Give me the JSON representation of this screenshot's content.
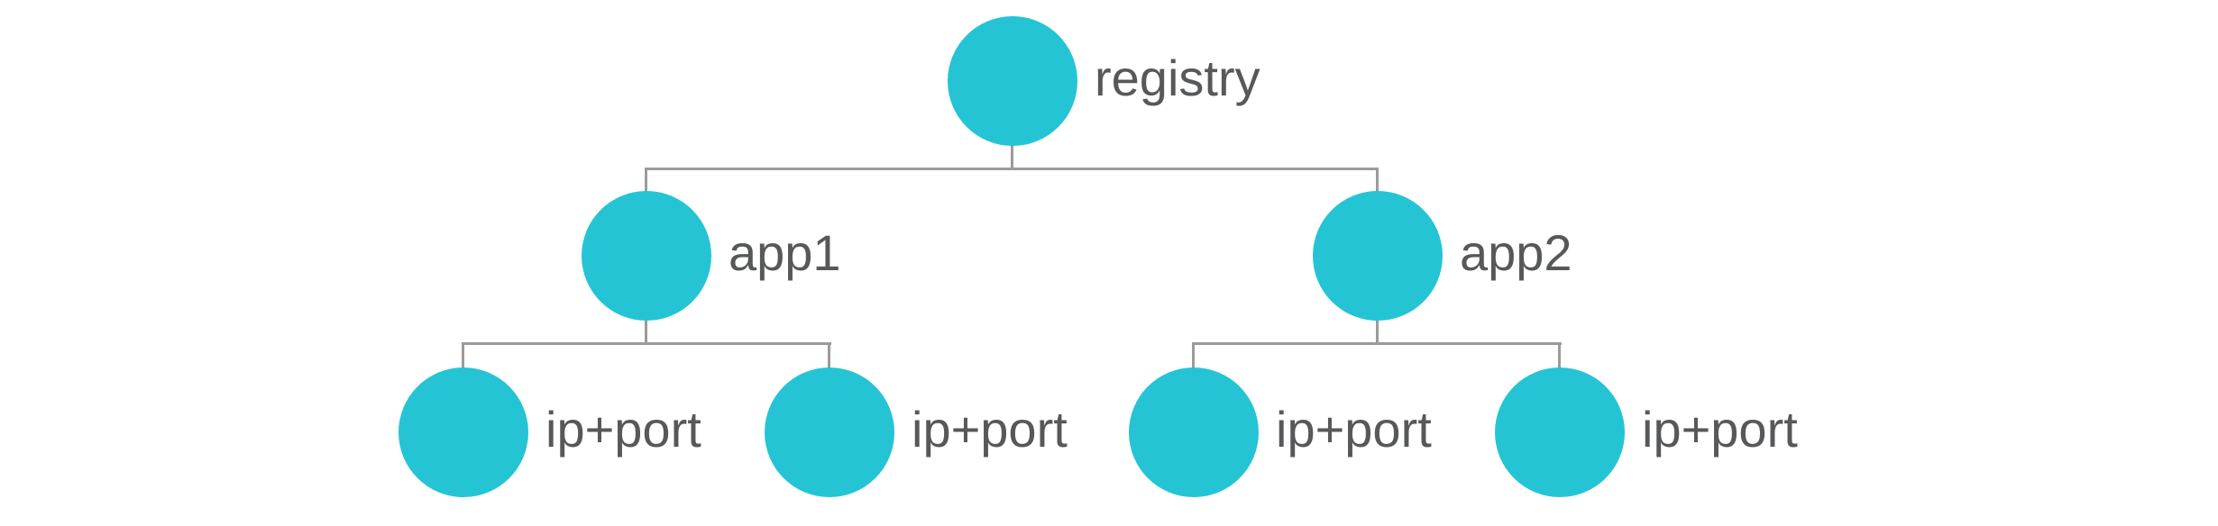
{
  "colors": {
    "node_fill": "#25c4d5",
    "label_text": "#57585a",
    "connector": "#9b9b9b",
    "background": "#ffffff"
  },
  "tree": {
    "root": {
      "label": "registry",
      "children": [
        {
          "label": "app1",
          "children": [
            {
              "label": "ip+port"
            },
            {
              "label": "ip+port"
            }
          ]
        },
        {
          "label": "app2",
          "children": [
            {
              "label": "ip+port"
            },
            {
              "label": "ip+port"
            }
          ]
        }
      ]
    }
  }
}
